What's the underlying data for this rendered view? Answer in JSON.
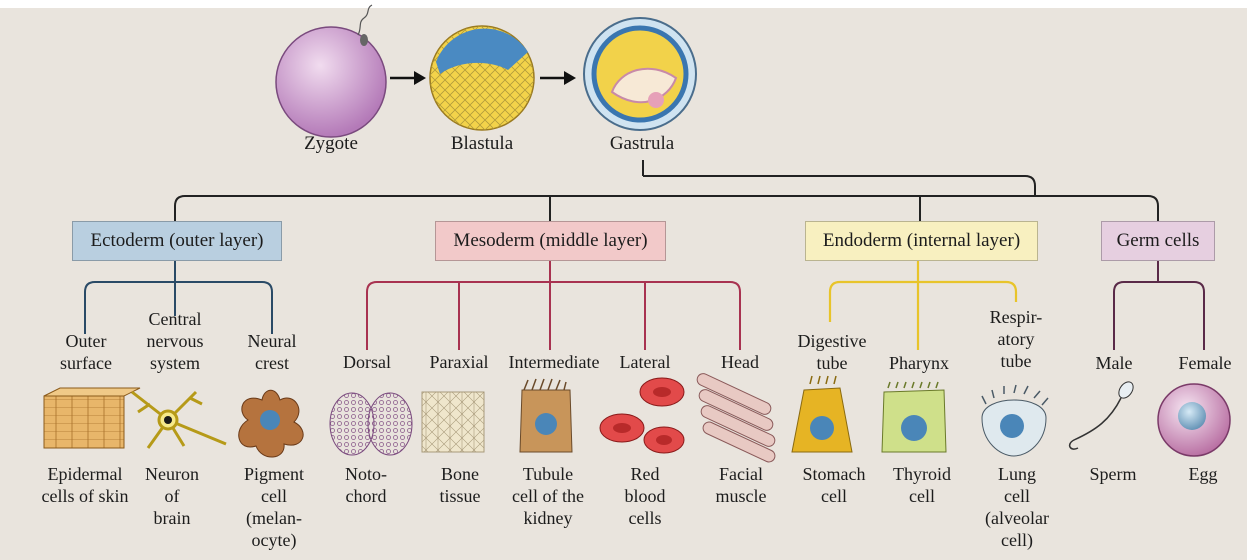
{
  "stages": {
    "zygote": "Zygote",
    "blastula": "Blastula",
    "gastrula": "Gastrula"
  },
  "layers": {
    "ectoderm": "Ectoderm (outer layer)",
    "mesoderm": "Mesoderm (middle layer)",
    "endoderm": "Endoderm (internal layer)",
    "germ": "Germ cells"
  },
  "branches": {
    "outer_surface": "Outer\nsurface",
    "cns": "Central\nnervous\nsystem",
    "neural_crest": "Neural\ncrest",
    "dorsal": "Dorsal",
    "paraxial": "Paraxial",
    "intermediate": "Intermediate",
    "lateral": "Lateral",
    "head": "Head",
    "digestive_tube": "Digestive\ntube",
    "pharynx": "Pharynx",
    "respiratory_tube": "Respir-\natory\ntube",
    "male": "Male",
    "female": "Female"
  },
  "cells": {
    "epidermal": "Epidermal\ncells of skin",
    "neuron": "Neuron\nof\nbrain",
    "pigment": "Pigment\ncell\n(melan-\nocyte)",
    "notochord": "Noto-\nchord",
    "bone": "Bone\ntissue",
    "tubule": "Tubule\ncell of the\nkidney",
    "red_blood": "Red\nblood\ncells",
    "facial_muscle": "Facial\nmuscle",
    "stomach": "Stomach\ncell",
    "thyroid": "Thyroid\ncell",
    "lung": "Lung\ncell\n(alveolar\ncell)",
    "sperm": "Sperm",
    "egg": "Egg"
  },
  "colors": {
    "ectoderm_box": "#b9cfe0",
    "mesoderm_box": "#f2c9c9",
    "endoderm_box": "#f8f0c0",
    "germ_box": "#e6cfe0",
    "ectoderm_line": "#2a4a66",
    "mesoderm_line": "#a83250",
    "endoderm_line": "#e8c42a",
    "germ_line": "#5a2a48"
  }
}
